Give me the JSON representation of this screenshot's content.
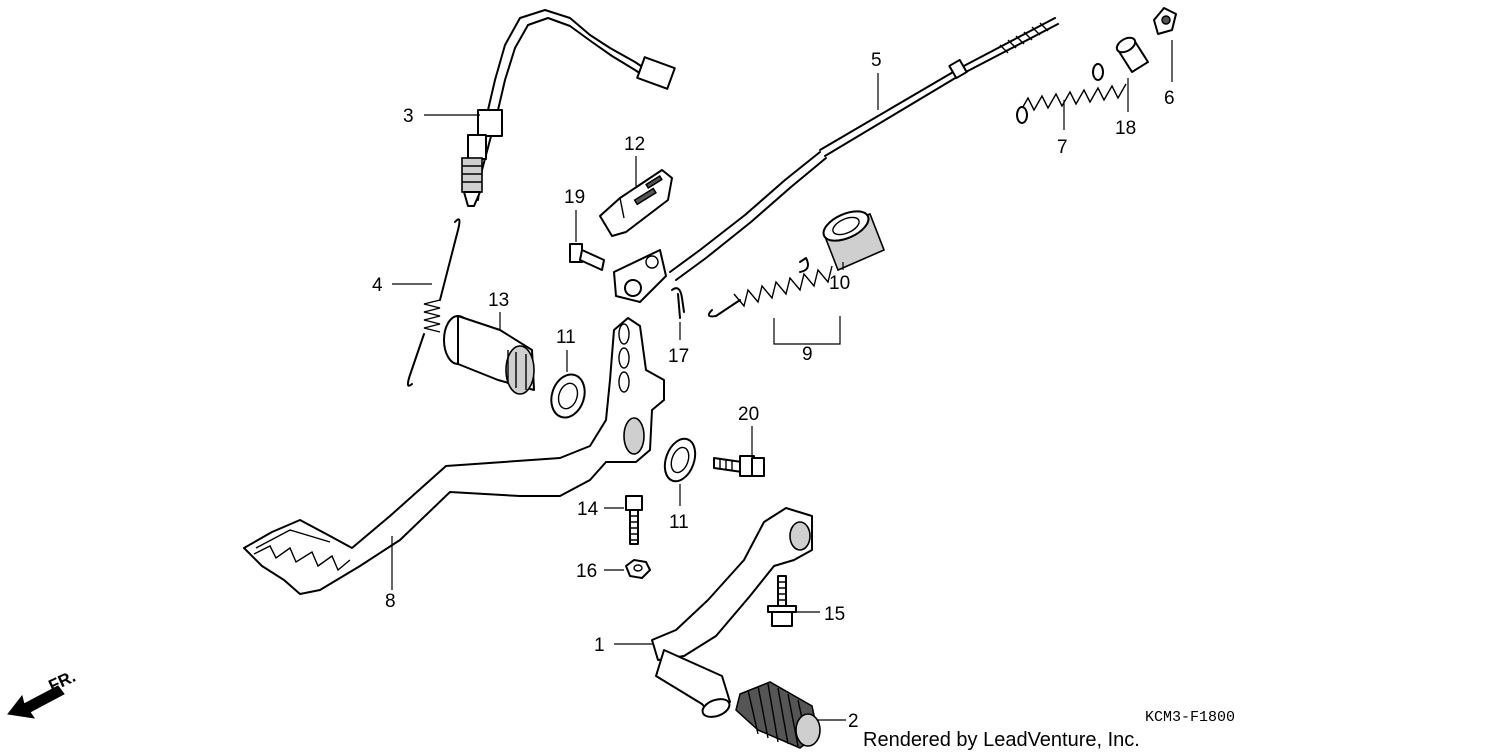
{
  "callouts": {
    "p1": "1",
    "p2": "2",
    "p3": "3",
    "p4": "4",
    "p5": "5",
    "p6": "6",
    "p7": "7",
    "p8": "8",
    "p9": "9",
    "p10": "10",
    "p11a": "11",
    "p11b": "11",
    "p12": "12",
    "p13": "13",
    "p14": "14",
    "p15": "15",
    "p16": "16",
    "p17": "17",
    "p18": "18",
    "p19": "19",
    "p20": "20"
  },
  "footer": {
    "diagram_code": "KCM3-F1800",
    "credit": "Rendered by LeadVenture, Inc."
  },
  "direction": {
    "label": "FR."
  }
}
